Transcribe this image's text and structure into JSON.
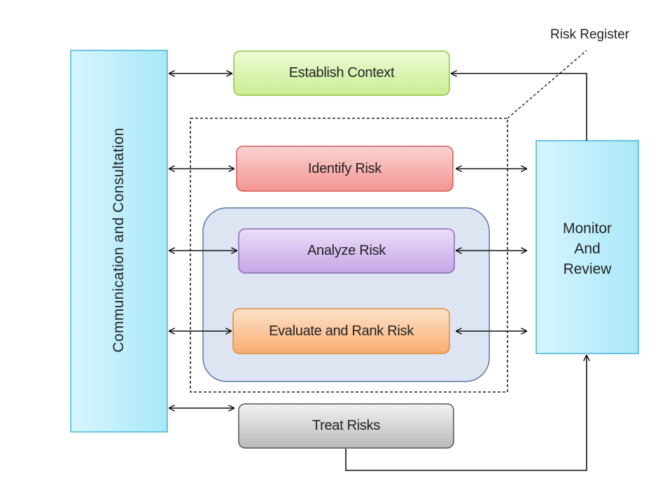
{
  "communication": {
    "label": "Communication and Consultation"
  },
  "establish": {
    "label": "Establish Context"
  },
  "identify": {
    "label": "Identify Risk"
  },
  "analyze": {
    "label": "Analyze Risk"
  },
  "evaluate": {
    "label": "Evaluate and Rank Risk"
  },
  "treat": {
    "label": "Treat Risks"
  },
  "monitor": {
    "line1": "Monitor",
    "line2": "And",
    "line3": "Review"
  },
  "register": {
    "label": "Risk Register"
  },
  "colors": {
    "communication": "#bfeefb",
    "establish": "#def6b8",
    "identify": "#f8b4b2",
    "analyze": "#d8c2f0",
    "evaluate": "#fbc79c",
    "treat": "#cfcfcf",
    "monitor": "#bfeefb",
    "grouping": "#dce5f1"
  }
}
